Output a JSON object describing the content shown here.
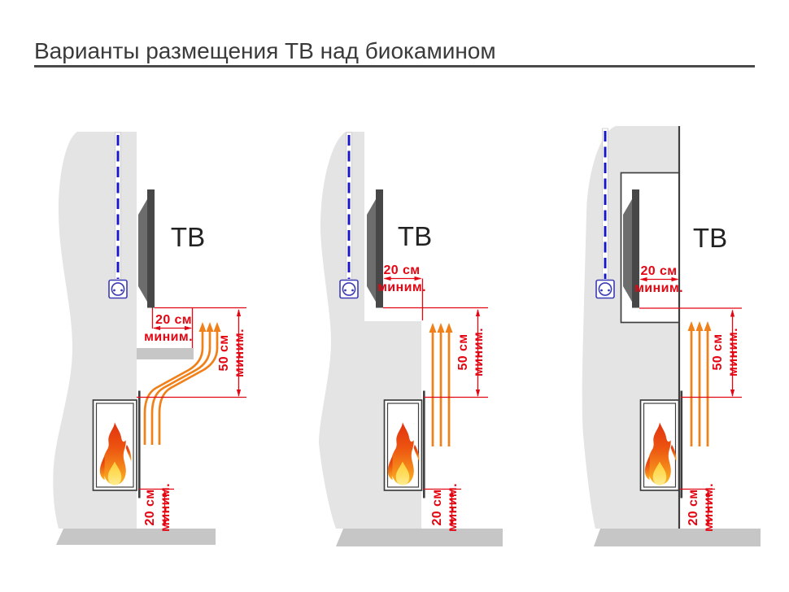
{
  "title": "Варианты размещения ТВ над биокамином",
  "panels": [
    {
      "tv_label": "ТВ",
      "tv_clearance": {
        "value": "20 см",
        "qualifier": "миним."
      },
      "flame_clearance": {
        "value": "50 см",
        "qualifier": "миним."
      },
      "floor_clearance": {
        "value": "20 см",
        "qualifier": "миним."
      }
    },
    {
      "tv_label": "ТВ",
      "tv_clearance": {
        "value": "20 см",
        "qualifier": "миним."
      },
      "flame_clearance": {
        "value": "50 см",
        "qualifier": "миним."
      },
      "floor_clearance": {
        "value": "20 см",
        "qualifier": "миним."
      }
    },
    {
      "tv_label": "ТВ",
      "tv_clearance": {
        "value": "20 см",
        "qualifier": "миним."
      },
      "flame_clearance": {
        "value": "50 см",
        "qualifier": "миним."
      },
      "floor_clearance": {
        "value": "20 см",
        "qualifier": "миним."
      }
    }
  ],
  "colors": {
    "wall": "#e4e4e4",
    "concrete": "#c6c6c6",
    "dimension_red": "#e30613",
    "heat_orange": "#f08019",
    "cable_blue": "#1b18c9",
    "tv_dark": "#474747"
  }
}
